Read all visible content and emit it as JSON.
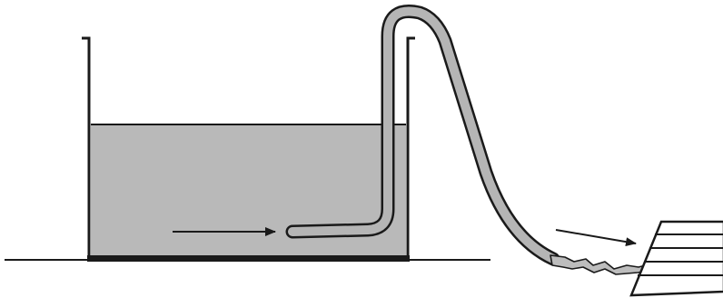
{
  "diagram": {
    "kind": "siphon-illustration",
    "colors": {
      "background": "#ffffff",
      "stroke": "#1a1a1a",
      "water": "#b9b9b9",
      "hose_fill": "#b5b5b5",
      "outflow_fill": "#bdbdbd"
    },
    "elements": [
      "ground-line",
      "tank-wall-left",
      "tank-wall-right",
      "tank-floor",
      "tank-water",
      "siphon-hose",
      "flow-arrow-intake",
      "flow-arrow-outlet",
      "water-outflow-stream",
      "drain-grate"
    ]
  }
}
